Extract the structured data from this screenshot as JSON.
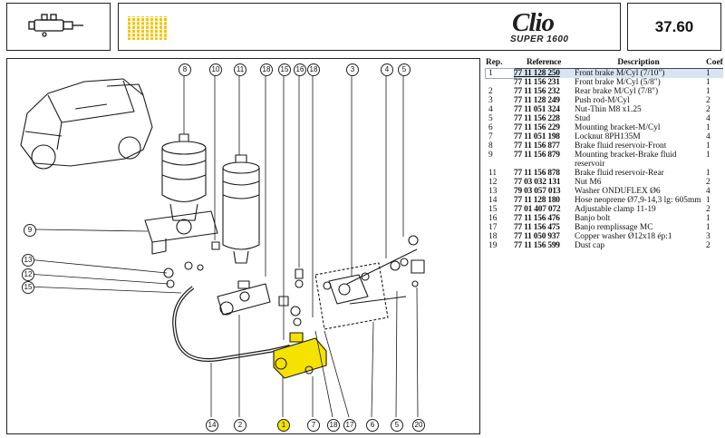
{
  "header": {
    "brand_logo_word": "Clio",
    "brand_logo_sub": "SUPER 1600",
    "page_number": "37.60"
  },
  "colors": {
    "highlight": "#f5e200",
    "banner_stripes": "#f5c400",
    "selected_row": "#d7e5f3"
  },
  "callouts": {
    "top": [
      "8",
      "10",
      "11",
      "18",
      "15",
      "16",
      "18",
      "3",
      "4",
      "5"
    ],
    "left": [
      "9",
      "13",
      "12",
      "15"
    ],
    "bottom": [
      "14",
      "2",
      "1",
      "7",
      "18",
      "17",
      "6",
      "5",
      "20"
    ]
  },
  "parts_table": {
    "headers": {
      "rep": "Rep.",
      "reference": "Reference",
      "description": "Description",
      "coef": "Coef"
    },
    "rows": [
      {
        "rep": "1",
        "reference": "77 11 128 250",
        "description": "Front brake M/Cyl (7/10\")",
        "coef": "1",
        "selected": true
      },
      {
        "rep": "",
        "reference": "77 11 156 231",
        "description": "Front brake M/Cyl (5/8\")",
        "coef": "1"
      },
      {
        "rep": "2",
        "reference": "77 11 156 232",
        "description": "Rear brake M/Cyl (7/8\")",
        "coef": "1"
      },
      {
        "rep": "3",
        "reference": "77 11 128 249",
        "description": "Push rod-M/Cyl",
        "coef": "2"
      },
      {
        "rep": "4",
        "reference": "77 11 051 324",
        "description": "Nut-Thin M8 x1.25",
        "coef": "2"
      },
      {
        "rep": "5",
        "reference": "77 11 156 228",
        "description": "Stud",
        "coef": "4"
      },
      {
        "rep": "6",
        "reference": "77 11 156 229",
        "description": "Mounting bracket-M/Cyl",
        "coef": "1"
      },
      {
        "rep": "7",
        "reference": "77 11 051 198",
        "description": "Locknut 8PH135M",
        "coef": "4"
      },
      {
        "rep": "8",
        "reference": "77 11 156 877",
        "description": "Brake fluid reservoir-Front",
        "coef": "1"
      },
      {
        "rep": "9",
        "reference": "77 11 156 879",
        "description": "Mounting bracket-Brake fluid reservoir",
        "coef": "1"
      },
      {
        "rep": "11",
        "reference": "77 11 156 878",
        "description": "Brake fluid reservoir-Rear",
        "coef": "1"
      },
      {
        "rep": "12",
        "reference": "77 03 032 131",
        "description": "Nut M6",
        "coef": "2"
      },
      {
        "rep": "13",
        "reference": "79 03 057 013",
        "description": "Washer ONDUFLEX Ø6",
        "coef": "4"
      },
      {
        "rep": "14",
        "reference": "77 11 128 180",
        "description": "Hose neoprene Ø7,9-14,3 lg: 605mm",
        "coef": "1"
      },
      {
        "rep": "15",
        "reference": "77 01 407 072",
        "description": "Adjustable clamp 11-19",
        "coef": "2"
      },
      {
        "rep": "16",
        "reference": "77 11 156 476",
        "description": "Banjo bolt",
        "coef": "1"
      },
      {
        "rep": "17",
        "reference": "77 11 156 475",
        "description": "Banjo remplissage MC",
        "coef": "1"
      },
      {
        "rep": "18",
        "reference": "77 11 050 937",
        "description": "Copper washer Ø12x18 ép:1",
        "coef": "3"
      },
      {
        "rep": "19",
        "reference": "77 11 156 599",
        "description": "Dust cap",
        "coef": "2"
      }
    ]
  }
}
